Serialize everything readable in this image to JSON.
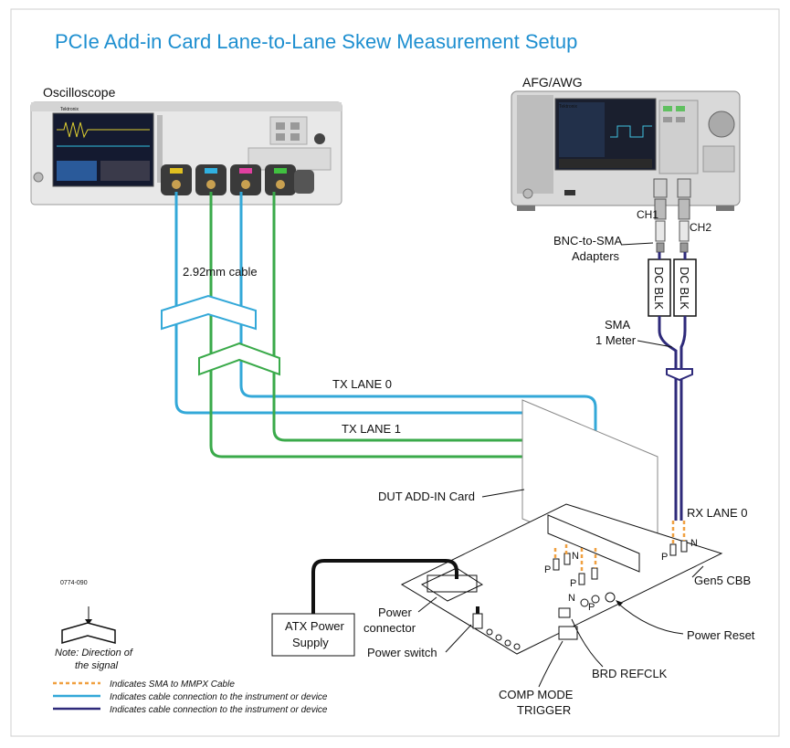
{
  "title": "PCIe Add-in Card Lane-to-Lane Skew Measurement Setup",
  "labels": {
    "oscilloscope": "Oscilloscope",
    "afg": "AFG/AWG",
    "ch1": "CH1",
    "ch2": "CH2",
    "bnc_sma_1": "BNC-to-SMA",
    "bnc_sma_2": "Adapters",
    "cable_292": "2.92mm cable",
    "dc_blk": "DC BLK",
    "sma_1": "SMA",
    "sma_2": "1 Meter",
    "tx_lane0": "TX LANE 0",
    "tx_lane1": "TX LANE 1",
    "rx_lane0": "RX LANE 0",
    "dut": "DUT ADD-IN Card",
    "gen5": "Gen5 CBB",
    "power_reset": "Power Reset",
    "brd_refclk": "BRD REFCLK",
    "comp_mode_1": "COMP MODE",
    "comp_mode_2": "TRIGGER",
    "power_connector_1": "Power",
    "power_connector_2": "connector",
    "power_switch": "Power switch",
    "atx_1": "ATX Power",
    "atx_2": "Supply",
    "fig_id": "0774-090",
    "pin_p": "P",
    "pin_n": "N",
    "scope_brand": "Tektronix",
    "afg_brand": "Tektronix"
  },
  "legend": {
    "note_1": "Note: Direction of",
    "note_2": "the signal",
    "items": [
      {
        "text": "Indicates SMA to MMPX Cable",
        "color": "#f0a040",
        "style": "dashed"
      },
      {
        "text": "Indicates cable connection to the instrument or device",
        "color": "#33a8d8",
        "style": "solid"
      },
      {
        "text": "Indicates cable connection to the instrument or device",
        "color": "#2e2a7a",
        "style": "solid"
      }
    ]
  },
  "colors": {
    "title": "#1e8fd0",
    "blue_cable": "#33a8d8",
    "green_cable": "#3aaa4a",
    "navy_cable": "#2e2a7a",
    "orange_dash": "#f0a040"
  }
}
